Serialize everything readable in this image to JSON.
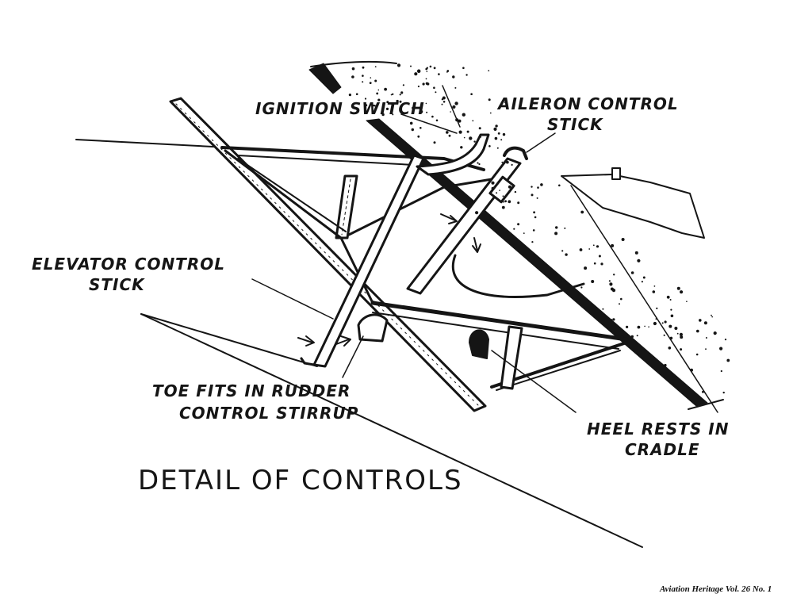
{
  "title": "DETAIL OF CONTROLS",
  "labels": {
    "ignition_switch": "IGNITION SWITCH",
    "aileron_line1": "AILERON CONTROL",
    "aileron_line2": "STICK",
    "elevator_line1": "ELEVATOR CONTROL",
    "elevator_line2": "STICK",
    "toe_line1": "TOE FITS IN RUDDER",
    "toe_line2": "CONTROL STIRRUP",
    "heel_line1": "HEEL RESTS IN",
    "heel_line2": "CRADLE"
  },
  "credit": "Aviation Heritage  Vol. 26  No. 1",
  "colors": {
    "ink": "#151515",
    "paper": "#ffffff"
  }
}
